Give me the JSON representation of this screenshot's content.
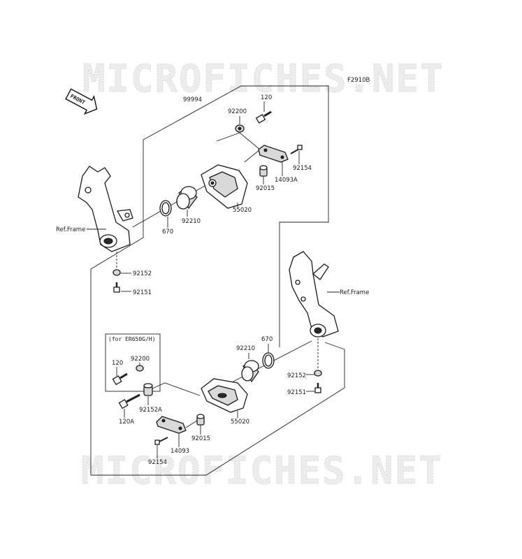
{
  "diagram": {
    "figure_code": "F2910B",
    "front_badge": "FRONT",
    "watermark_top": "MICROFICHES.NET",
    "watermark_bottom": "MICROFICHES.NET",
    "variant_note": "(for ER650G/H)",
    "ref_frame_left": "Ref.Frame",
    "ref_frame_right": "Ref.Frame",
    "parts": {
      "p99994": "99994",
      "p120_top": "120",
      "p92200_top": "92200",
      "p92154_top": "92154",
      "p14093A": "14093A",
      "p92015_top": "92015",
      "p55020_top": "55020",
      "p92210_top": "92210",
      "p670_top": "670",
      "p92152_left": "92152",
      "p92151_left": "92151",
      "p92200_bottom": "92200",
      "p120_bottom": "120",
      "p92152A": "92152A",
      "p120A": "120A",
      "p92210_bottom": "92210",
      "p670_bottom": "670",
      "p92152_right": "92152",
      "p92151_right": "92151",
      "p55020_bottom": "55020",
      "p92015_bottom": "92015",
      "p14093": "14093",
      "p92154_bottom": "92154"
    }
  }
}
